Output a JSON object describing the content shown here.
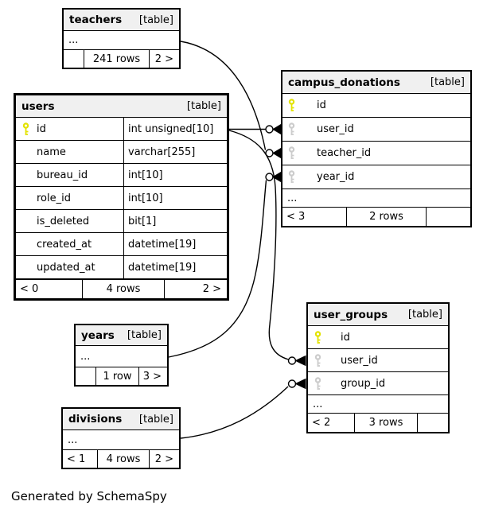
{
  "note": "Generated by SchemaSpy",
  "colors": {
    "header_bg": "#f0f0f0",
    "border": "#000000",
    "primary_key": "#e3e300",
    "foreign_key": "#cccccc"
  },
  "tables": {
    "teachers": {
      "name": "teachers",
      "tag": "[table]",
      "ellipsis": "...",
      "footer": {
        "left": "",
        "center": "241 rows",
        "right": "2 >"
      }
    },
    "users": {
      "name": "users",
      "tag": "[table]",
      "columns": [
        {
          "name": "id",
          "type": "int unsigned[10]",
          "key": "pk"
        },
        {
          "name": "name",
          "type": "varchar[255]",
          "key": ""
        },
        {
          "name": "bureau_id",
          "type": "int[10]",
          "key": ""
        },
        {
          "name": "role_id",
          "type": "int[10]",
          "key": ""
        },
        {
          "name": "is_deleted",
          "type": "bit[1]",
          "key": ""
        },
        {
          "name": "created_at",
          "type": "datetime[19]",
          "key": ""
        },
        {
          "name": "updated_at",
          "type": "datetime[19]",
          "key": ""
        }
      ],
      "footer": {
        "left": "< 0",
        "center": "4 rows",
        "right": "2 >"
      }
    },
    "campus_donations": {
      "name": "campus_donations",
      "tag": "[table]",
      "ellipsis": "...",
      "columns": [
        {
          "name": "id",
          "key": "pk"
        },
        {
          "name": "user_id",
          "key": "fk"
        },
        {
          "name": "teacher_id",
          "key": "fk"
        },
        {
          "name": "year_id",
          "key": "fk"
        }
      ],
      "footer": {
        "left": "< 3",
        "center": "2 rows",
        "right": ""
      }
    },
    "user_groups": {
      "name": "user_groups",
      "tag": "[table]",
      "ellipsis": "...",
      "columns": [
        {
          "name": "id",
          "key": "pk"
        },
        {
          "name": "user_id",
          "key": "fk"
        },
        {
          "name": "group_id",
          "key": "fk"
        }
      ],
      "footer": {
        "left": "< 2",
        "center": "3 rows",
        "right": ""
      }
    },
    "years": {
      "name": "years",
      "tag": "[table]",
      "ellipsis": "...",
      "footer": {
        "left": "",
        "center": "1 row",
        "right": "3 >"
      }
    },
    "divisions": {
      "name": "divisions",
      "tag": "[table]",
      "ellipsis": "...",
      "footer": {
        "left": "< 1",
        "center": "4 rows",
        "right": "2 >"
      }
    }
  },
  "relationships": [
    {
      "from": "users.id",
      "to": "campus_donations.user_id"
    },
    {
      "from": "teachers",
      "to": "campus_donations.teacher_id"
    },
    {
      "from": "years",
      "to": "campus_donations.year_id"
    },
    {
      "from": "users.id",
      "to": "user_groups.user_id"
    },
    {
      "from": "divisions",
      "to": "user_groups.group_id"
    }
  ]
}
